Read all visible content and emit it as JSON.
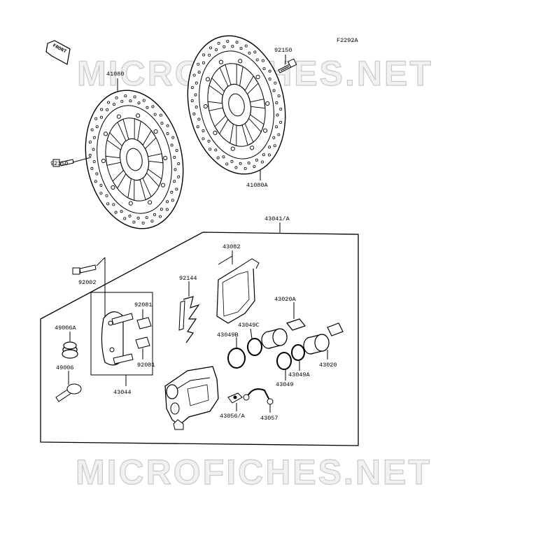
{
  "diagram_code": "F2292A",
  "front_label": "FRONT",
  "watermark": "MICROFICHES.NET",
  "part_labels": {
    "p92150_top": "92150",
    "p41080": "41080",
    "p92150_left": "92150",
    "p41080a": "41080A",
    "p43041a": "43041/A",
    "p43082": "43082",
    "p92144": "92144",
    "p92002": "92002",
    "p92081_top": "92081",
    "p92081_bot": "92081",
    "p43020a": "43020A",
    "p43049c": "43049C",
    "p43049b": "43049B",
    "p49006a": "49006A",
    "p49006": "49006",
    "p43044": "43044",
    "p43049": "43049",
    "p43049a": "43049A",
    "p43020": "43020",
    "p43056a": "43056/A",
    "p43057": "43057"
  }
}
